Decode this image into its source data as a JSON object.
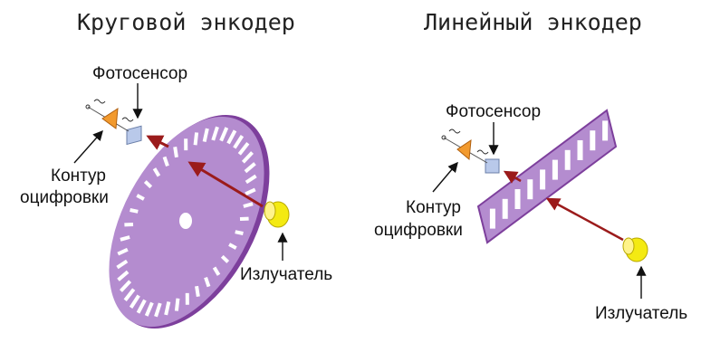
{
  "rotary": {
    "title": "Круговой энкодер",
    "photosensor_label": "Фотосенсор",
    "circuit_label_line1": "Контур",
    "circuit_label_line2": "оцифровки",
    "emitter_label": "Излучатель"
  },
  "linear": {
    "title": "Линейный энкодер",
    "photosensor_label": "Фотосенсор",
    "circuit_label_line1": "Контур",
    "circuit_label_line2": "оцифровки",
    "emitter_label": "Излучатель"
  },
  "colors": {
    "disc": "#b48ccf",
    "disc_edge": "#7d3f9c",
    "triangle": "#f29a2e",
    "sensor": "#b9c9ea",
    "beam": "#9b1b1b",
    "emitter": "#f4ea12"
  }
}
